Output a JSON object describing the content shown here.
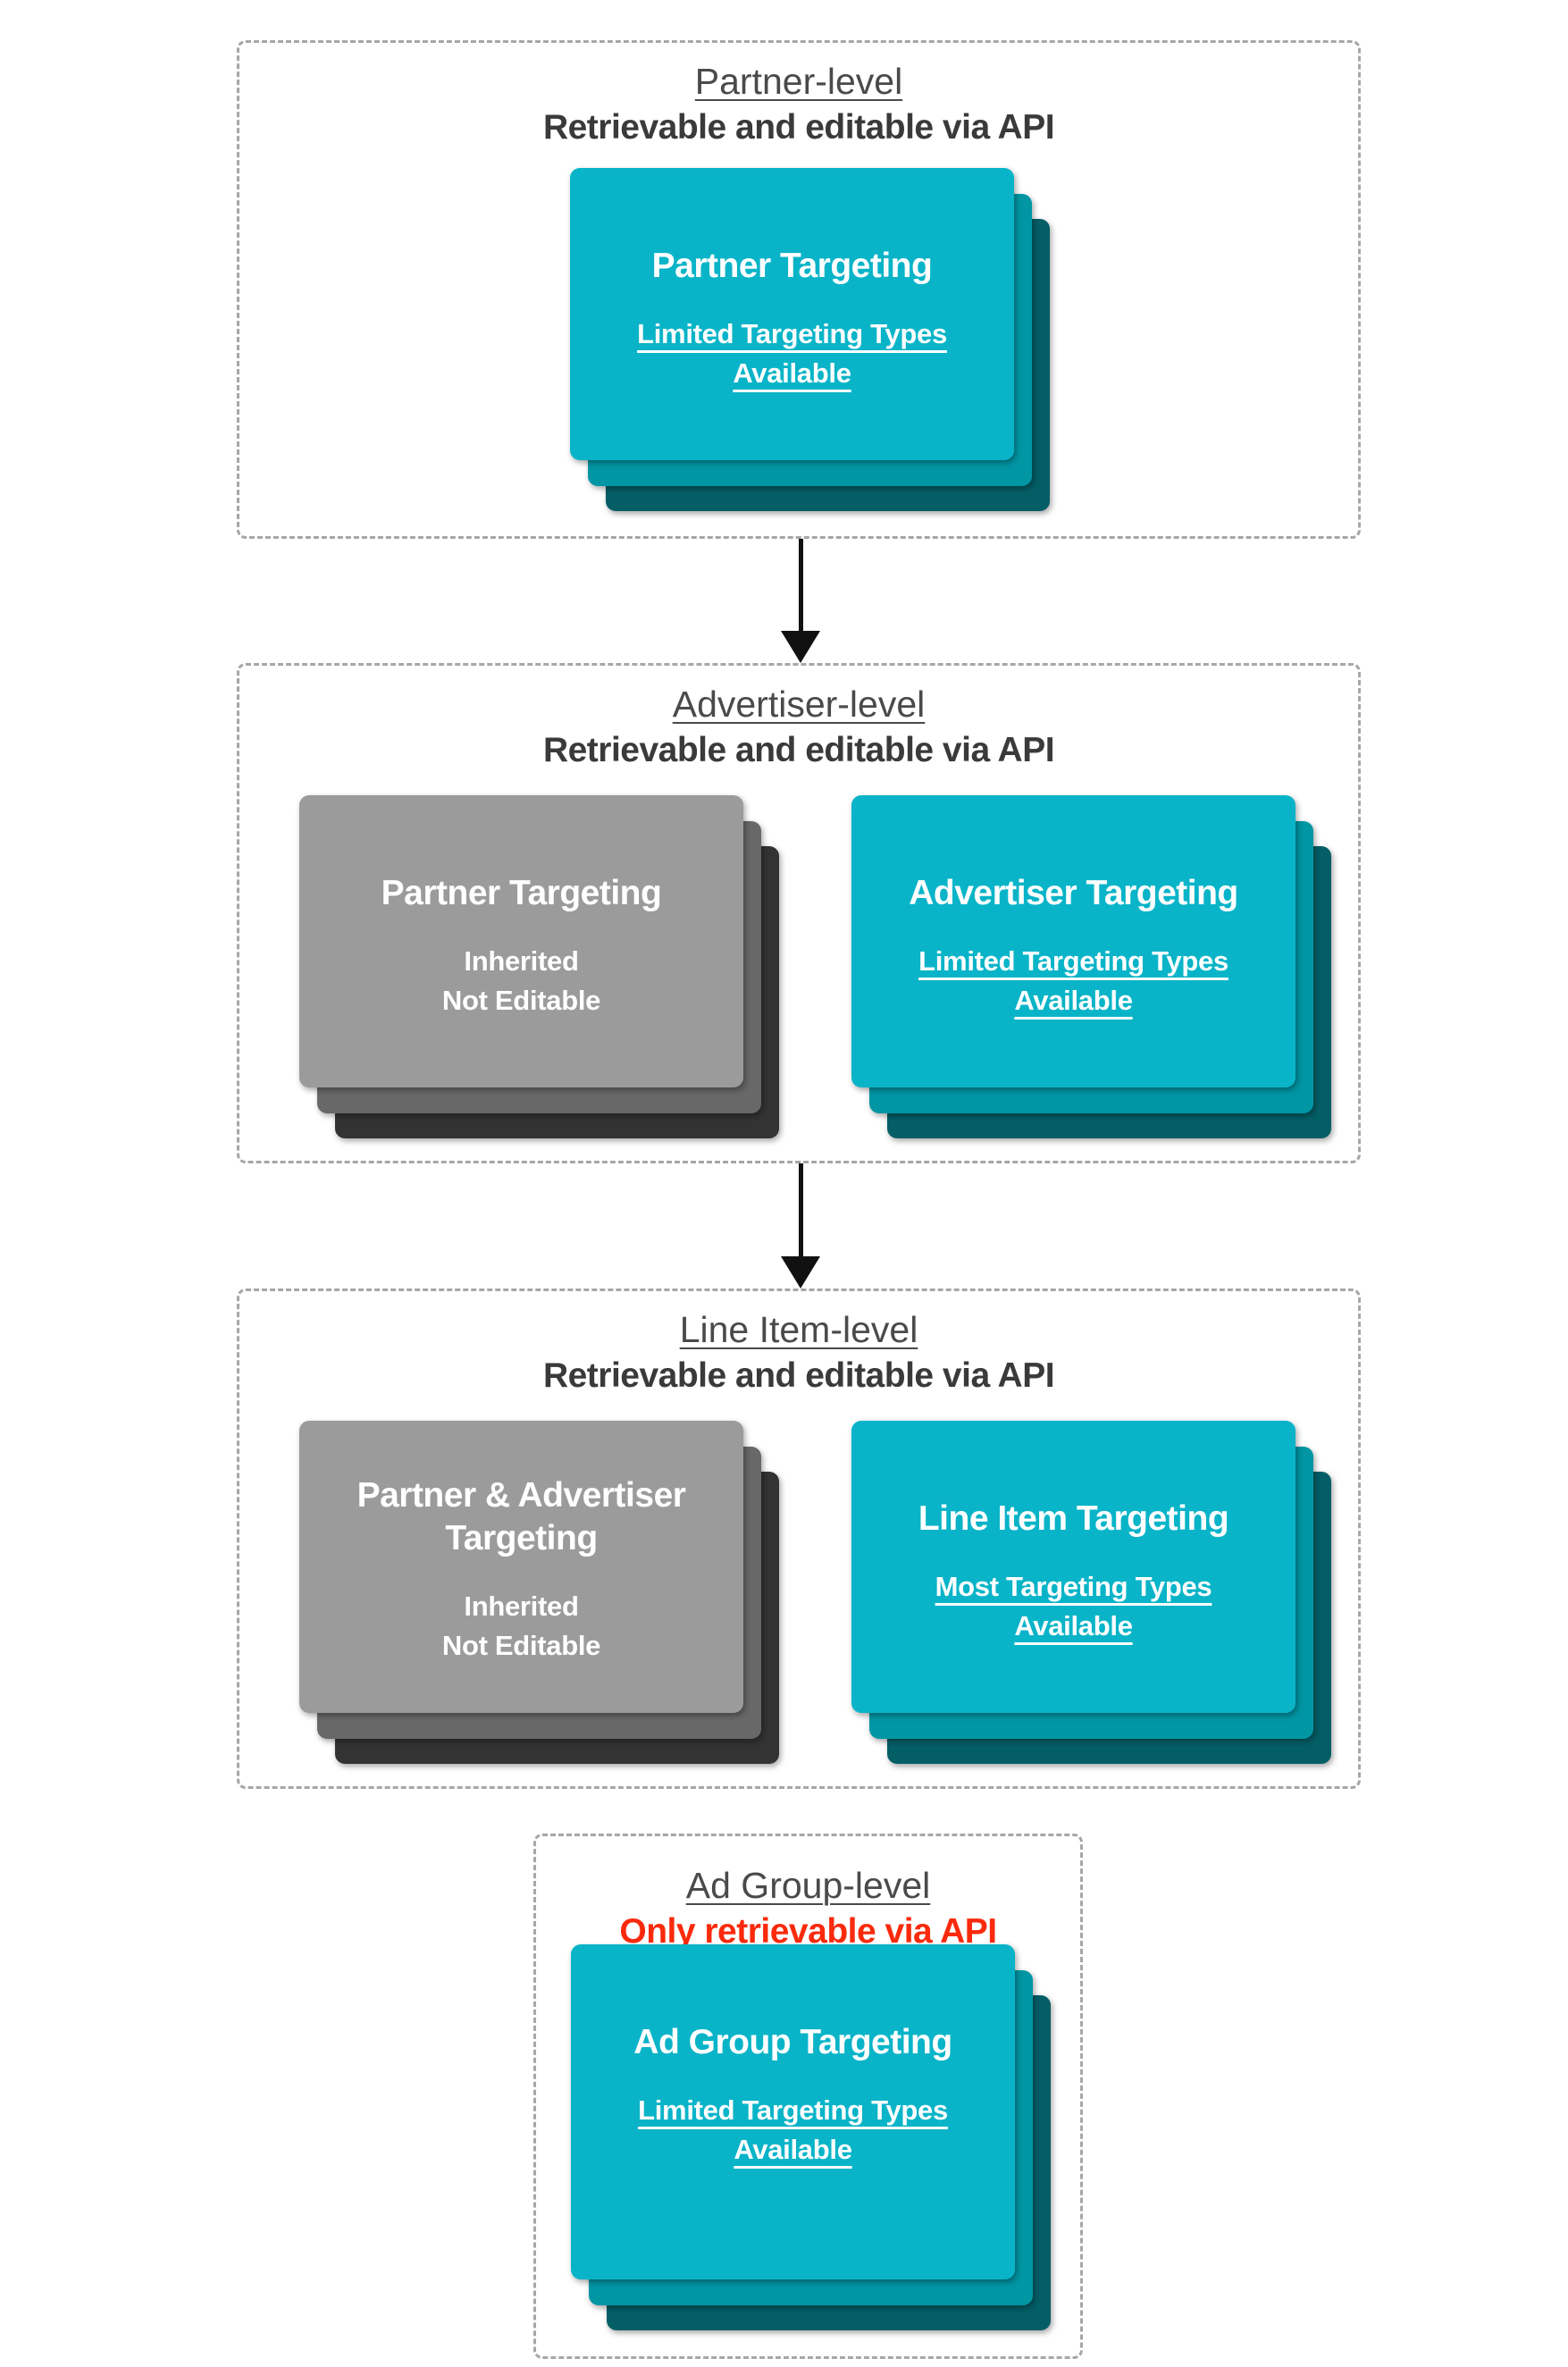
{
  "colors": {
    "background": "#ffffff",
    "teal_front": "#09b4c8",
    "teal_middle": "#0096a4",
    "teal_back": "#045e66",
    "gray_front": "#9b9b9b",
    "gray_middle": "#686868",
    "gray_back": "#333333",
    "heading_text": "#4a4a4a",
    "heading_bold_text": "#3a3a3a",
    "alert_text": "#fa2a0c",
    "card_text": "#ffffff",
    "dashed_border": "#a6a6a6",
    "arrow": "#111111"
  },
  "sections": [
    {
      "name": "partner-level",
      "title": "Partner-level",
      "subtitle": "Retrievable and editable via API",
      "cards": [
        {
          "name": "partner-targeting",
          "variant": "teal",
          "title": "Partner Targeting",
          "body": "Limited Targeting Types Available"
        }
      ]
    },
    {
      "name": "advertiser-level",
      "title": "Advertiser-level",
      "subtitle": "Retrievable and editable via API",
      "cards": [
        {
          "name": "partner-targeting-inherited",
          "variant": "gray",
          "title": "Partner Targeting",
          "body": "Inherited\nNot Editable"
        },
        {
          "name": "advertiser-targeting",
          "variant": "teal",
          "title": "Advertiser Targeting",
          "body": "Limited Targeting Types Available"
        }
      ]
    },
    {
      "name": "line-item-level",
      "title": "Line Item-level",
      "subtitle": "Retrievable and editable via API",
      "cards": [
        {
          "name": "partner-and-advertiser-targeting-inherited",
          "variant": "gray",
          "title": "Partner & Advertiser Targeting",
          "body": "Inherited\nNot Editable"
        },
        {
          "name": "line-item-targeting",
          "variant": "teal",
          "title": "Line Item Targeting",
          "body": "Most Targeting Types Available"
        }
      ]
    },
    {
      "name": "ad-group-level",
      "title": "Ad Group-level",
      "subtitle": "Only retrievable via API",
      "cards": [
        {
          "name": "ad-group-targeting",
          "variant": "teal",
          "title": "Ad Group Targeting",
          "body": "Limited Targeting Types Available"
        }
      ]
    }
  ]
}
